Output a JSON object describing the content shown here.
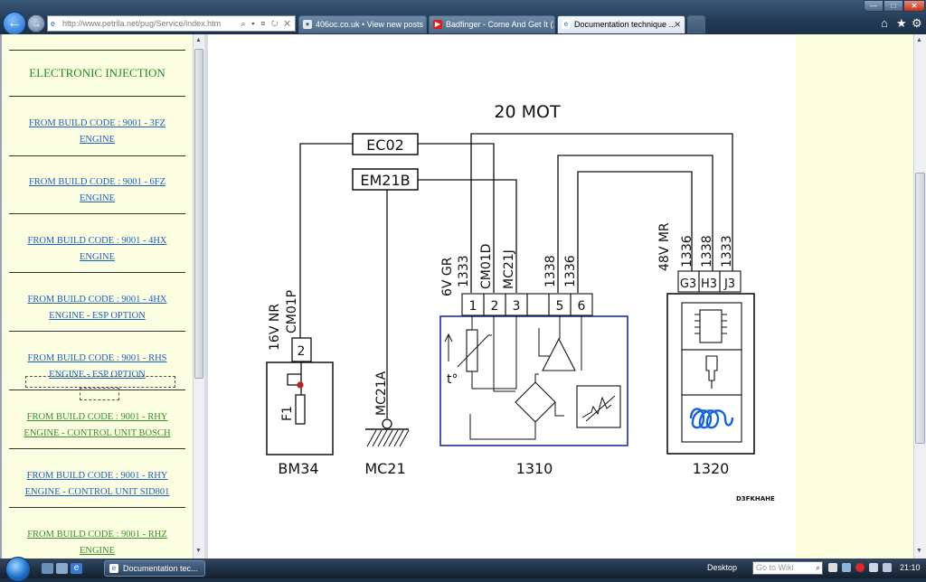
{
  "browser": {
    "address": "http://www.petrila.net/pug/Service/index.htm",
    "address_tools": "⌕ ▾ ≡ ↻ ✕",
    "tabs": [
      {
        "label": "406oc.co.uk • View new posts"
      },
      {
        "label": "Badfinger - Come And Get It (..."
      },
      {
        "label": "Documentation technique ..."
      }
    ],
    "tab_close": "✕"
  },
  "sidebar": {
    "heading": "ELECTRONIC INJECTION",
    "items": [
      {
        "line1": "FROM BUILD CODE : 9001 - 3FZ",
        "line2": "ENGINE"
      },
      {
        "line1": "FROM BUILD CODE : 9001 - 6FZ",
        "line2": "ENGINE"
      },
      {
        "line1": "FROM BUILD CODE : 9001 - 4HX",
        "line2": "ENGINE"
      },
      {
        "line1": "FROM BUILD CODE : 9001 - 4HX",
        "line2": "ENGINE - ESP OPTION"
      },
      {
        "line1": "FROM BUILD CODE : 9001 - RHS",
        "line2": "ENGINE - ESP OPTION"
      },
      {
        "line1": "FROM BUILD CODE : 9001 - RHY",
        "line2": "ENGINE - CONTROL UNIT BOSCH"
      },
      {
        "line1": "FROM BUILD CODE : 9001 - RHY",
        "line2": "ENGINE - CONTROL UNIT SID801"
      },
      {
        "line1": "FROM BUILD CODE : 9001 - RHZ",
        "line2": "ENGINE"
      }
    ]
  },
  "diagram": {
    "title": "20 MOT",
    "connectors": {
      "ec02": "EC02",
      "em21b": "EM21B"
    },
    "bm34": {
      "label": "BM34",
      "wire_color": "16V NR",
      "wire_code": "CM01P",
      "pin": "2",
      "fuse": "F1"
    },
    "mc21": {
      "label": "MC21",
      "wire_code": "MC21A"
    },
    "unit1310": {
      "label": "1310",
      "wire_labels": [
        "6V GR",
        "1333",
        "CM01D",
        "MC21J",
        "1338",
        "1336"
      ],
      "pins": [
        "1",
        "2",
        "3",
        "5",
        "6"
      ],
      "temp_symbol": "t°"
    },
    "unit1320": {
      "label": "1320",
      "wire_labels": [
        "48V MR",
        "1336",
        "1338",
        "1333"
      ],
      "pins": [
        "G3",
        "H3",
        "J3"
      ]
    },
    "reference": "D3FKHAHE"
  },
  "taskbar": {
    "item": "Documentation tec...",
    "desktop": "Desktop",
    "search_placeholder": "Go to Wiki",
    "clock": "21:10"
  }
}
